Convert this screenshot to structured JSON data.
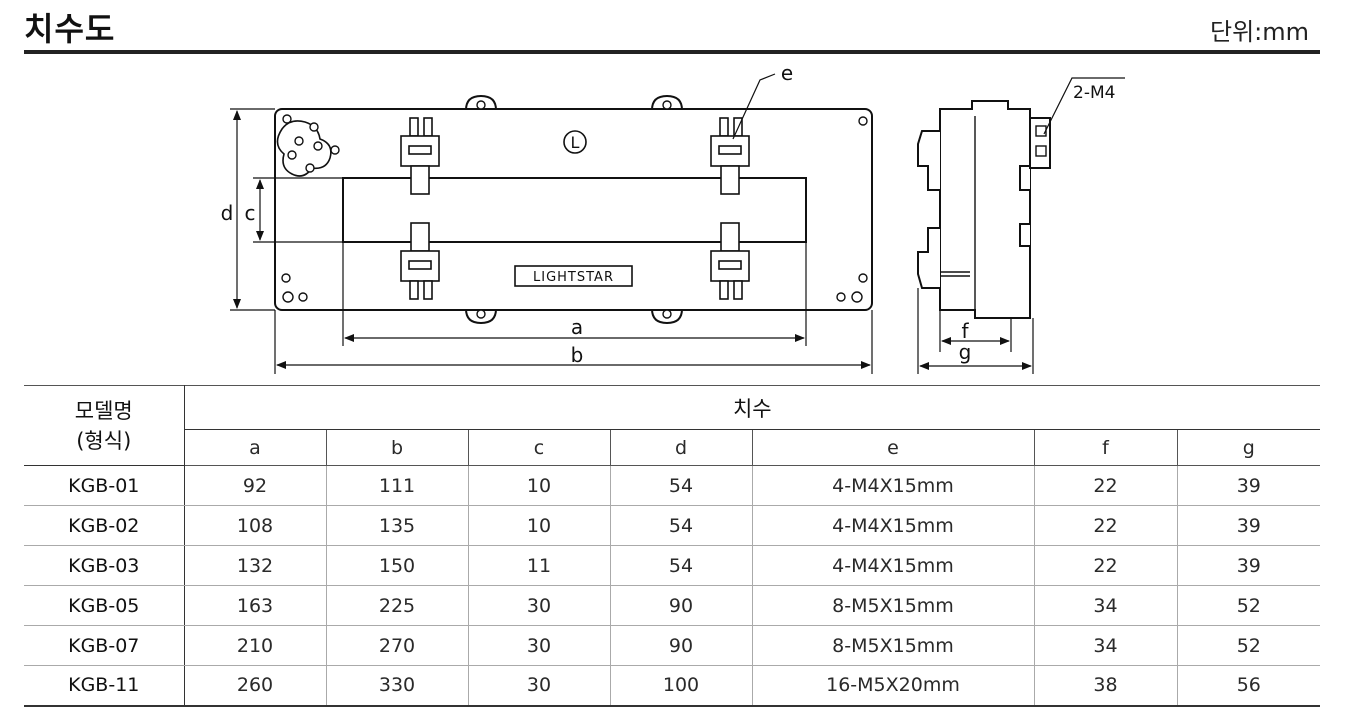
{
  "header": {
    "title": "치수도",
    "unit": "단위:mm"
  },
  "drawing": {
    "labels": {
      "a": "a",
      "b": "b",
      "c": "c",
      "d": "d",
      "e": "e",
      "f": "f",
      "g": "g",
      "thread": "2-M4",
      "brand": "LIGHTSTAR",
      "mark": "L"
    }
  },
  "table": {
    "model_header_line1": "모델명",
    "model_header_line2": "(형식)",
    "dimension_header": "치수",
    "columns": [
      "a",
      "b",
      "c",
      "d",
      "e",
      "f",
      "g"
    ],
    "rows": [
      {
        "model": "KGB-01",
        "values": [
          "92",
          "111",
          "10",
          "54",
          "4-M4X15mm",
          "22",
          "39"
        ]
      },
      {
        "model": "KGB-02",
        "values": [
          "108",
          "135",
          "10",
          "54",
          "4-M4X15mm",
          "22",
          "39"
        ]
      },
      {
        "model": "KGB-03",
        "values": [
          "132",
          "150",
          "11",
          "54",
          "4-M4X15mm",
          "22",
          "39"
        ]
      },
      {
        "model": "KGB-05",
        "values": [
          "163",
          "225",
          "30",
          "90",
          "8-M5X15mm",
          "34",
          "52"
        ]
      },
      {
        "model": "KGB-07",
        "values": [
          "210",
          "270",
          "30",
          "90",
          "8-M5X15mm",
          "34",
          "52"
        ]
      },
      {
        "model": "KGB-11",
        "values": [
          "260",
          "330",
          "30",
          "100",
          "16-M5X20mm",
          "38",
          "56"
        ]
      }
    ]
  }
}
